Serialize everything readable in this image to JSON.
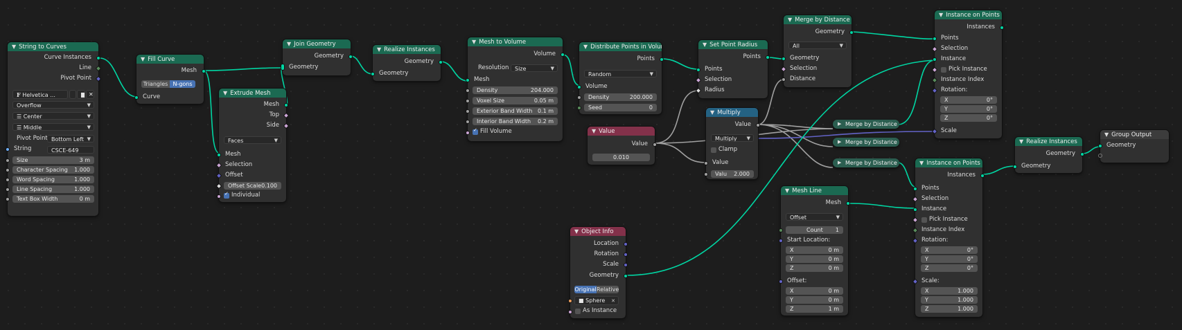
{
  "nodes": {
    "string_to_curves": {
      "title": "String to Curves",
      "out_curve_instances": "Curve Instances",
      "out_line": "Line",
      "out_pivot_point": "Pivot Point",
      "font_name": "Helvetica ...",
      "overflow": "Overflow",
      "align_x": "Center",
      "align_y": "Middle",
      "pivot_label": "Pivot Point",
      "pivot_value": "Bottom Left",
      "string_label": "String",
      "string_value": "CSCE-649",
      "size_label": "Size",
      "size_value": "3 m",
      "char_spacing_label": "Character Spacing",
      "char_spacing_value": "1.000",
      "word_spacing_label": "Word Spacing",
      "word_spacing_value": "1.000",
      "line_spacing_label": "Line Spacing",
      "line_spacing_value": "1.000",
      "text_box_width_label": "Text Box Width",
      "text_box_width_value": "0 m"
    },
    "fill_curve": {
      "title": "Fill Curve",
      "out_mesh": "Mesh",
      "mode_triangles": "Triangles",
      "mode_ngons": "N-gons",
      "in_curve": "Curve"
    },
    "extrude_mesh": {
      "title": "Extrude Mesh",
      "out_mesh": "Mesh",
      "out_top": "Top",
      "out_side": "Side",
      "mode": "Faces",
      "in_mesh": "Mesh",
      "in_selection": "Selection",
      "in_offset": "Offset",
      "offset_scale_label": "Offset Scale",
      "offset_scale_value": "0.100",
      "individual": "Individual"
    },
    "join_geometry": {
      "title": "Join Geometry",
      "out_geometry": "Geometry",
      "in_geometry": "Geometry"
    },
    "realize_instances_1": {
      "title": "Realize Instances",
      "out_geometry": "Geometry",
      "in_geometry": "Geometry"
    },
    "mesh_to_volume": {
      "title": "Mesh to Volume",
      "out_volume": "Volume",
      "resolution_label": "Resolution",
      "resolution_value": "Size",
      "in_mesh": "Mesh",
      "density_label": "Density",
      "density_value": "204.000",
      "voxel_size_label": "Voxel Size",
      "voxel_size_value": "0.05 m",
      "ext_band_label": "Exterior Band Width",
      "ext_band_value": "0.1 m",
      "int_band_label": "Interior Band Width",
      "int_band_value": "0.2 m",
      "fill_volume": "Fill Volume"
    },
    "distribute_points": {
      "title": "Distribute Points in Volume",
      "out_points": "Points",
      "mode": "Random",
      "in_volume": "Volume",
      "density_label": "Density",
      "density_value": "200.000",
      "seed_label": "Seed",
      "seed_value": "0"
    },
    "set_point_radius": {
      "title": "Set Point Radius",
      "out_points": "Points",
      "in_points": "Points",
      "in_selection": "Selection",
      "in_radius": "Radius"
    },
    "value": {
      "title": "Value",
      "out_value": "Value",
      "value": "0.010"
    },
    "multiply": {
      "title": "Multiply",
      "out_value": "Value",
      "operation": "Multiply",
      "clamp": "Clamp",
      "in_value": "Value",
      "value2_label": "Valu",
      "value2_value": "2.000"
    },
    "merge_by_distance_main": {
      "title": "Merge by Distance",
      "out_geometry": "Geometry",
      "mode": "All",
      "in_geometry": "Geometry",
      "in_selection": "Selection",
      "in_distance": "Distance"
    },
    "merge_collapsed": [
      {
        "title": "Merge by Distance"
      },
      {
        "title": "Merge by Distance"
      },
      {
        "title": "Merge by Distance"
      }
    ],
    "instance_on_points_1": {
      "title": "Instance on Points",
      "out_instances": "Instances",
      "in_points": "Points",
      "in_selection": "Selection",
      "in_instance": "Instance",
      "pick_instance": "Pick Instance",
      "in_instance_index": "Instance Index",
      "rotation_label": "Rotation:",
      "rx_label": "X",
      "rx_value": "0°",
      "ry_label": "Y",
      "ry_value": "0°",
      "rz_label": "Z",
      "rz_value": "0°",
      "in_scale": "Scale"
    },
    "mesh_line": {
      "title": "Mesh Line",
      "out_mesh": "Mesh",
      "mode": "Offset",
      "count_label": "Count",
      "count_value": "1",
      "start_label": "Start Location:",
      "sx_label": "X",
      "sx_value": "0 m",
      "sy_label": "Y",
      "sy_value": "0 m",
      "sz_label": "Z",
      "sz_value": "0 m",
      "offset_label": "Offset:",
      "ox_label": "X",
      "ox_value": "0 m",
      "oy_label": "Y",
      "oy_value": "0 m",
      "oz_label": "Z",
      "oz_value": "1 m"
    },
    "object_info": {
      "title": "Object Info",
      "out_location": "Location",
      "out_rotation": "Rotation",
      "out_scale": "Scale",
      "out_geometry": "Geometry",
      "mode_original": "Original",
      "mode_relative": "Relative",
      "object_name": "Sphere",
      "as_instance": "As Instance"
    },
    "instance_on_points_2": {
      "title": "Instance on Points",
      "out_instances": "Instances",
      "in_points": "Points",
      "in_selection": "Selection",
      "in_instance": "Instance",
      "pick_instance": "Pick Instance",
      "in_instance_index": "Instance Index",
      "rotation_label": "Rotation:",
      "rx_label": "X",
      "rx_value": "0°",
      "ry_label": "Y",
      "ry_value": "0°",
      "rz_label": "Z",
      "rz_value": "0°",
      "scale_label": "Scale:",
      "scx_label": "X",
      "scx_value": "1.000",
      "scy_label": "Y",
      "scy_value": "1.000",
      "scz_label": "Z",
      "scz_value": "1.000"
    },
    "realize_instances_2": {
      "title": "Realize Instances",
      "out_geometry": "Geometry",
      "in_geometry": "Geometry"
    },
    "group_output": {
      "title": "Group Output",
      "in_geometry": "Geometry"
    }
  },
  "colors": {
    "geometry_header": "#1b6a52",
    "input_header": "#83314a",
    "converter_header": "#246283",
    "geometry_link": "#00d6a3",
    "float_link": "#a1a1a1",
    "vector_link": "#6363c7",
    "active_toggle": "#4772b3"
  },
  "icons": [
    "chevron-down-icon",
    "font-icon",
    "shield-icon",
    "folder-icon",
    "close-icon",
    "align-icon",
    "object-icon",
    "pin-icon"
  ]
}
